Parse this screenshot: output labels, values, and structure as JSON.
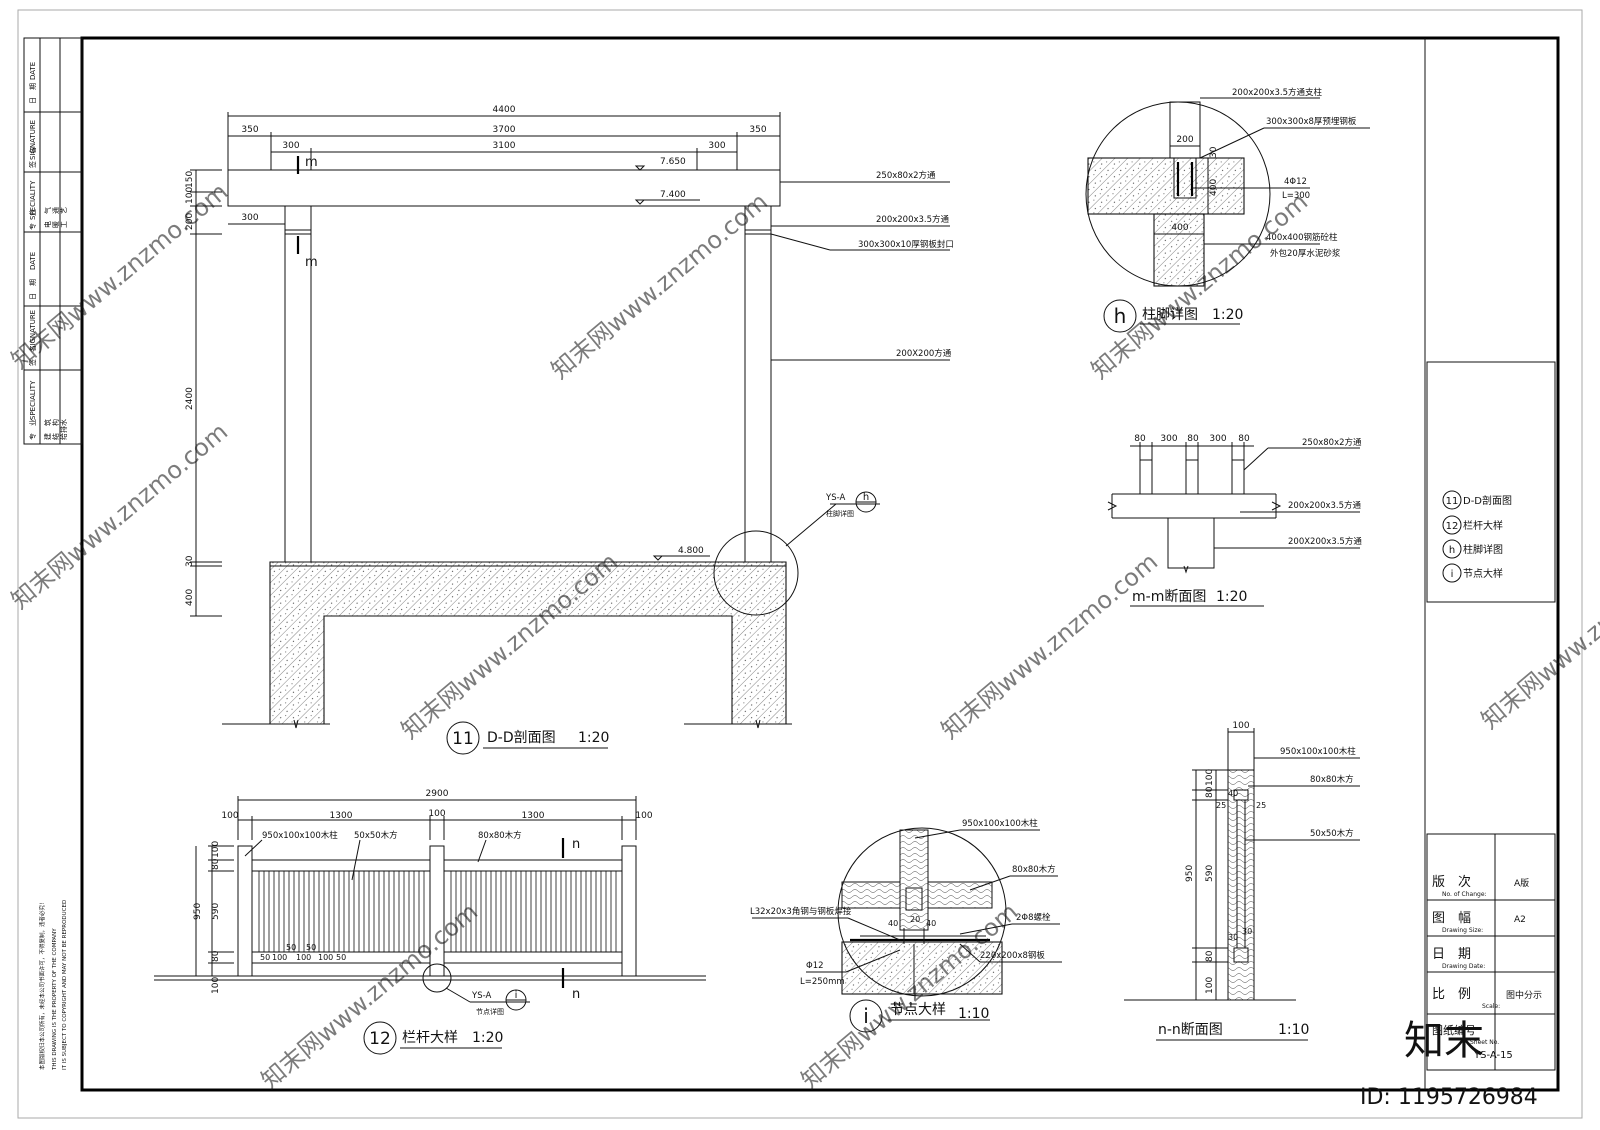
{
  "titles": {
    "dd": {
      "num": "11",
      "name": "D-D剖面图",
      "scale": "1:20"
    },
    "railing": {
      "num": "12",
      "name": "栏杆大样",
      "scale": "1:20"
    },
    "node": {
      "num": "i",
      "name": "节点大样",
      "scale": "1:10"
    },
    "colfoot": {
      "num": "h",
      "name": "柱脚详图",
      "scale": "1:20"
    },
    "mm": {
      "name": "m-m断面图",
      "scale": "1:20"
    },
    "nn": {
      "name": "n-n断面图",
      "scale": "1:10"
    }
  },
  "dd": {
    "dims": {
      "total": "4400",
      "inner": "3700",
      "clear": "3100",
      "left": "350",
      "right": "350",
      "left2": "300",
      "right2": "300",
      "post_off": "300",
      "v150": "150",
      "v100": "100",
      "v200": "200",
      "v2400": "2400",
      "v30": "30",
      "v400": "400"
    },
    "elev": {
      "top": "7.650",
      "beam": "7.400",
      "base": "4.800"
    },
    "cut": "m",
    "labels": {
      "beam": "250x80x2方通",
      "joint": "200x200x3.5方通",
      "cap": "300x300x10厚钢板封口",
      "post": "200X200方通"
    },
    "callout": {
      "ref": "YS-A",
      "id": "h",
      "sub": "—",
      "desc": "柱脚详图"
    }
  },
  "colfoot": {
    "dims": {
      "w": "200",
      "h30": "30",
      "h400": "400",
      "base": "400"
    },
    "labels": {
      "post": "200x200x3.5方通支柱",
      "plate": "300x300x8厚预埋钢板",
      "rebar": "4Φ12",
      "rebar_len": "L=300",
      "pier": "400x400钢筋砼柱",
      "finish": "外包20厚水泥砂浆"
    }
  },
  "mm": {
    "dims": {
      "a": "80",
      "b": "300",
      "c": "80",
      "d": "300",
      "e": "80"
    },
    "labels": {
      "top": "250x80x2方通",
      "mid": "200x200x3.5方通",
      "post": "200X200x3.5方通"
    }
  },
  "legend": [
    {
      "icon": "11",
      "text": "D-D剖面图"
    },
    {
      "icon": "12",
      "text": "栏杆大样"
    },
    {
      "icon": "h",
      "text": "柱脚详图"
    },
    {
      "icon": "i",
      "text": "节点大样"
    }
  ],
  "railing": {
    "dims": {
      "total": "2900",
      "l100": "100",
      "span1": "1300",
      "mid100": "100",
      "span2": "1300",
      "r100": "100",
      "h100t": "100",
      "h80": "80",
      "h590": "590",
      "h80b": "80",
      "h100b": "100",
      "h950": "950",
      "s50": "50",
      "s100": "100"
    },
    "labels": {
      "post": "950x100x100木柱",
      "baluster": "50x50木方",
      "rail": "80x80木方"
    },
    "cut": "n",
    "callout": {
      "ref": "YS-A",
      "id": "i",
      "sub": "—",
      "desc": "节点详图"
    }
  },
  "node": {
    "labels": {
      "post": "950x100x100木柱",
      "rail": "80x80木方",
      "angle": "L32x20x3角钢与钢板焊接",
      "bolt": "2Φ8螺栓",
      "plate": "220x200x8钢板",
      "rebar": "Φ12",
      "rebar_len": "L=250mm"
    },
    "dims": {
      "a": "40",
      "b": "20",
      "c": "40"
    }
  },
  "nn": {
    "dims": {
      "w": "100",
      "h100": "100",
      "h80": "80",
      "h590": "590",
      "h80b": "80",
      "h100b": "100",
      "h950": "950",
      "d40": "40",
      "d25a": "25",
      "d25b": "25",
      "d30": "30",
      "d30b": "30"
    },
    "labels": {
      "post": "950x100x100木柱",
      "rail": "80x80木方",
      "baluster": "50x50木方"
    }
  },
  "titleblock": {
    "rows": [
      {
        "cn": "版　次",
        "en": "No. of Change:",
        "val": "A版"
      },
      {
        "cn": "图　幅",
        "en": "Drawing Size:",
        "val": "A2"
      },
      {
        "cn": "日　期",
        "en": "Drawing Date:",
        "val": ""
      },
      {
        "cn": "比　例",
        "en": "Scale:",
        "val": "图中分示"
      },
      {
        "cn": "图纸编号",
        "en": "Sheet No.",
        "val": "YS-A-15"
      }
    ]
  },
  "side": {
    "headers": [
      "DATE",
      "日　期",
      "SIGNATURE",
      "签　名",
      "SPECIALITY",
      "专　业"
    ],
    "spec1": [
      "电　气",
      "暖　通",
      "工　艺"
    ],
    "spec2": [
      "建　筑",
      "结　构",
      "给排水"
    ],
    "notes": [
      "本图版权归本公司所有，未经本公司书面许可，不得复制，违者必究！",
      "THIS DRAWING IS THE PROPERTY OF THE COMPANY",
      "IT IS SUBJECT TO COPYRIGHT AND MAY NOT BE REPRODUCED"
    ]
  },
  "watermark": {
    "text": "知末网www.znzmo.com",
    "brand": "知末",
    "id": "ID: 1195726984"
  }
}
